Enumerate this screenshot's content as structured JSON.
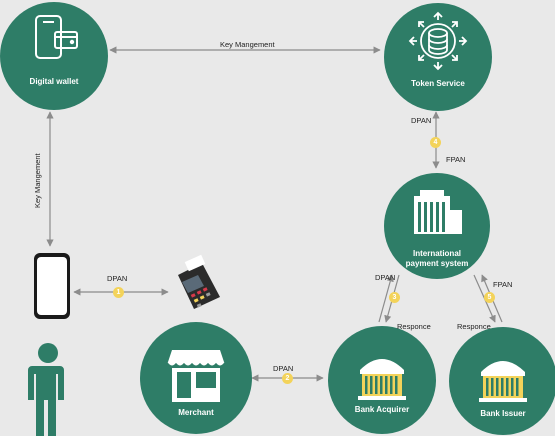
{
  "nodes": {
    "digital_wallet": {
      "label": "Digital wallet"
    },
    "token_service": {
      "label": "Token Service"
    },
    "international_payment_system": {
      "label": "International payment system"
    },
    "merchant": {
      "label": "Merchant"
    },
    "bank_acquirer": {
      "label": "Bank Acquirer"
    },
    "bank_issuer": {
      "label": "Bank Issuer"
    }
  },
  "edges": {
    "wallet_token": {
      "label": "Key Mangement"
    },
    "wallet_phone": {
      "label": "Key Mangement"
    },
    "phone_pos": {
      "label": "DPAN",
      "step": "1"
    },
    "merchant_acquirer": {
      "label": "DPAN",
      "step": "2"
    },
    "acquirer_ips": {
      "label_up": "DPAN",
      "label_down": "Responce",
      "step": "3"
    },
    "ips_token": {
      "label_up": "DPAN",
      "label_down": "FPAN",
      "step": "4"
    },
    "ips_issuer": {
      "label_up": "FPAN",
      "label_down": "Responce",
      "step": "5"
    }
  },
  "colors": {
    "node_fill": "#2e7d67",
    "arrow": "#8c8c8c",
    "badge": "#f3d35a",
    "background": "#e9e9e9",
    "person": "#2e7d67"
  },
  "icons": {
    "digital_wallet": "phone-wallet-icon",
    "token_service": "database-expand-icon",
    "international_payment_system": "office-building-icon",
    "merchant": "storefront-icon",
    "bank_acquirer": "bank-icon",
    "bank_issuer": "bank-icon",
    "phone": "smartphone-icon",
    "pos": "pos-terminal-icon",
    "person": "person-icon"
  }
}
